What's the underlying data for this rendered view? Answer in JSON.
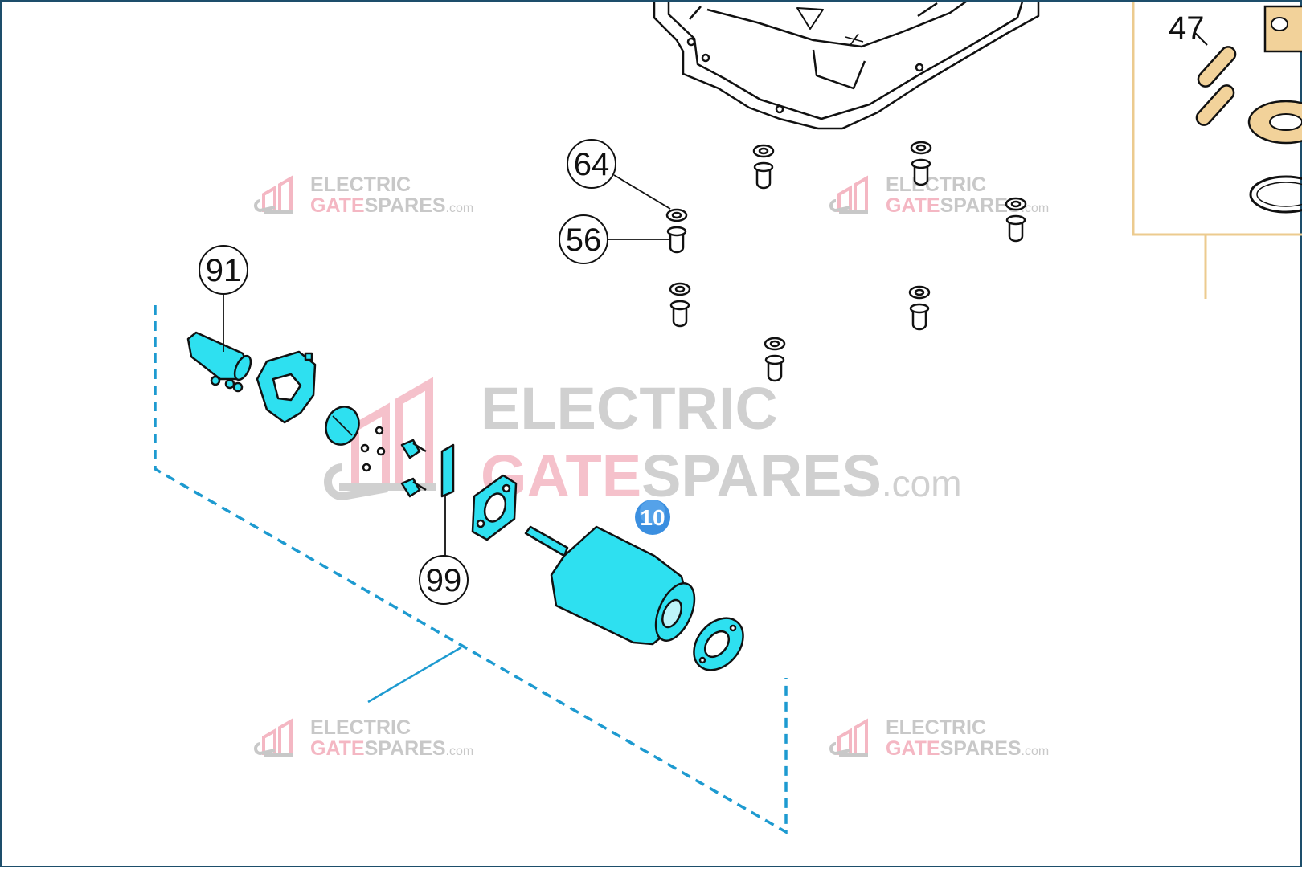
{
  "diagram": {
    "callouts": {
      "c64": "64",
      "c56": "56",
      "c91": "91",
      "c99": "99",
      "c47": "47"
    },
    "badge": "10",
    "watermark": {
      "line1": "ELECTRIC",
      "line2a": "GATE",
      "line2b": "SPARES",
      "suffix": ".com"
    }
  },
  "colors": {
    "highlight": "#2ee0f0",
    "outline": "#111111",
    "dash": "#1d9ad0",
    "callout_box": "#eccb8f",
    "part_tan": "#f2d29a",
    "badge": "#3b8fe0",
    "wm_grey": "#c8c8c8",
    "wm_pink": "#f4b7c3",
    "frame": "#1d4e6b"
  }
}
